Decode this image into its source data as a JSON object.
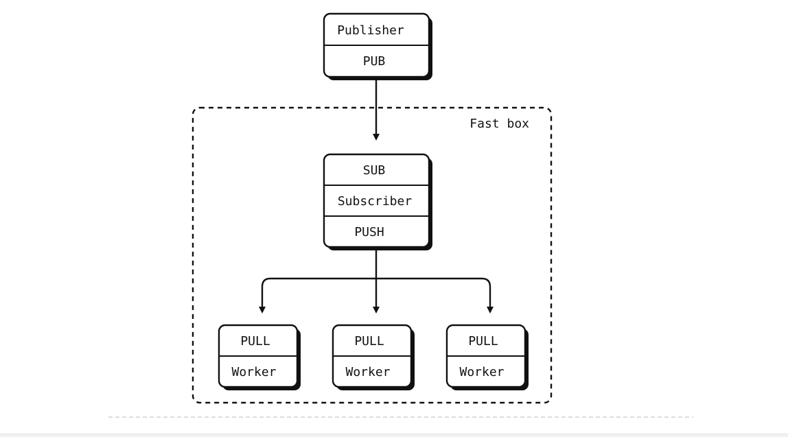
{
  "diagram": {
    "colors": {
      "stroke": "#111111",
      "fill": "#ffffff",
      "shadow": "#111111",
      "separator": "#c8c8c8"
    },
    "frame": {
      "label": "Fast box"
    },
    "publisher": {
      "name": "Publisher",
      "socket": "PUB"
    },
    "subscriber": {
      "socket_in": "SUB",
      "name": "Subscriber",
      "socket_out": "PUSH"
    },
    "workers": [
      {
        "socket": "PULL",
        "name": "Worker"
      },
      {
        "socket": "PULL",
        "name": "Worker"
      },
      {
        "socket": "PULL",
        "name": "Worker"
      }
    ]
  }
}
